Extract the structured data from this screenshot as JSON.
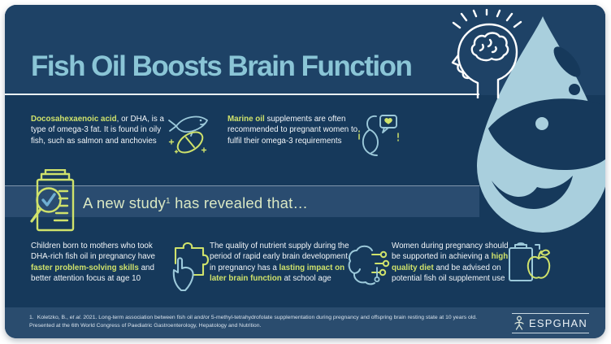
{
  "colors": {
    "card_bg": "#16395B",
    "header_bg": "#1E4266",
    "banner_bg": "#2A4C70",
    "footer_bg": "#2A4C6E",
    "title_blue": "#8AC5D6",
    "drop_blue": "#A9CFDD",
    "icon_blue": "#9CC9DA",
    "accent_green": "#CFE26B",
    "banner_text": "#D9E7C3"
  },
  "header": {
    "title": "Fish Oil Boosts Brain Function"
  },
  "facts": [
    {
      "icon": "fish-capsule-icon",
      "highlight": "Docosahexaenoic acid",
      "rest": ", or DHA, is a type of omega-3 fat. It is found in oily fish, such as salmon and anchovies"
    },
    {
      "icon": "pregnant-woman-icon",
      "highlight": "Marine oil",
      "rest": " supplements are often recommended to pregnant women to fulfil their omega-3 requirements"
    }
  ],
  "banner": {
    "icon": "document-search-icon",
    "lead": "A new study",
    "superscript": "1",
    "tail": " has revealed that…"
  },
  "findings": [
    {
      "icon": "puzzle-hand-icon",
      "pre": "Children born to mothers who took DHA-rich fish oil in pregnancy have ",
      "highlight": "faster problem-solving skills",
      "post": " and better attention focus at age 10"
    },
    {
      "icon": "brain-circuit-icon",
      "pre": "The quality of nutrient supply during the period of rapid early brain development in pregnancy has a ",
      "highlight": "lasting impact on later brain function",
      "post": " at school age"
    },
    {
      "icon": "clipboard-apple-icon",
      "pre": "Women during pregnancy should be supported in achieving a ",
      "highlight": "high quality diet",
      "post": " and be advised on potential fish oil supplement use"
    }
  ],
  "footer": {
    "reference_number": "1.",
    "reference_pre": "Koletzko, B., ",
    "reference_italic": "et al.",
    "reference_post": " 2021. Long-term association between fish oil and/or 5-methyl-tetrahydrofolate supplementation during pregnancy and offspring brain resting state at 10 years old. Presented at the 6th World Congress of Paediatric Gastroenterology, Hepatology and Nutrition.",
    "logo_text": "ESPGHAN"
  }
}
